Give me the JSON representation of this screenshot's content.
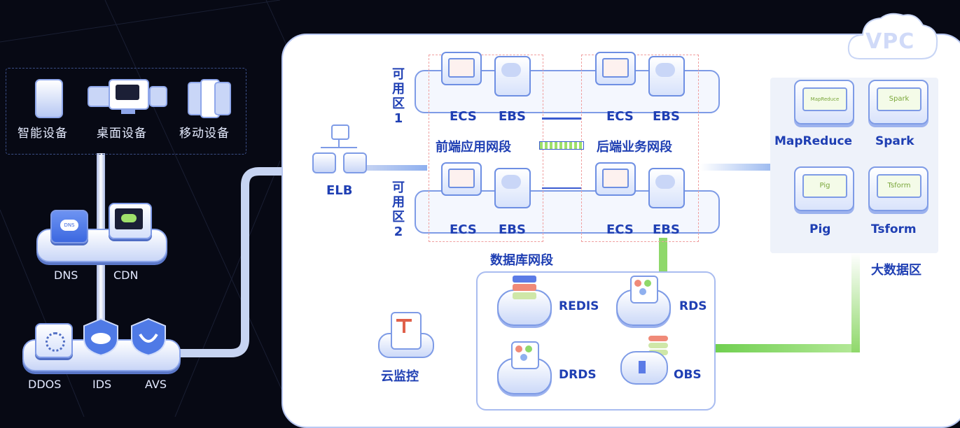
{
  "left": {
    "devices": [
      {
        "icon": "tablet-icon",
        "label": "智能设备"
      },
      {
        "icon": "desktop-icon",
        "label": "桌面设备"
      },
      {
        "icon": "mobile-icon",
        "label": "移动设备"
      }
    ],
    "edge": [
      {
        "icon": "dns-icon",
        "label": "DNS"
      },
      {
        "icon": "cdn-icon",
        "label": "CDN"
      }
    ],
    "security": [
      {
        "icon": "ddos-icon",
        "label": "DDOS"
      },
      {
        "icon": "ids-icon",
        "label": "IDS"
      },
      {
        "icon": "avs-icon",
        "label": "AVS"
      }
    ]
  },
  "vpc": {
    "title": "VPC",
    "elb": "ELB",
    "zone1": "可用区1",
    "zone2": "可用区2",
    "zone1_chars": [
      "可",
      "用",
      "区",
      "1"
    ],
    "zone2_chars": [
      "可",
      "用",
      "区",
      "2"
    ],
    "frontend_segment": "前端应用网段",
    "backend_segment": "后端业务网段",
    "ecs": "ECS",
    "ebs": "EBS",
    "db_segment": "数据库网段",
    "databases": [
      {
        "icon": "redis-icon",
        "label": "REDIS"
      },
      {
        "icon": "rds-icon",
        "label": "RDS"
      },
      {
        "icon": "drds-icon",
        "label": "DRDS"
      },
      {
        "icon": "obs-icon",
        "label": "OBS"
      }
    ],
    "monitor": "云监控",
    "bigdata": {
      "title": "大数据区",
      "items": [
        {
          "label": "MapReduce",
          "screen": "MapReduce"
        },
        {
          "label": "Spark",
          "screen": "Spark"
        },
        {
          "label": "Pig",
          "screen": "Pig"
        },
        {
          "label": "Tsform",
          "screen": "Tsform"
        }
      ]
    }
  },
  "colors": {
    "background": "#070914",
    "accent_blue": "#1f3fb3",
    "link_green": "#8fd86a",
    "link_blue": "#bcd0f7"
  }
}
